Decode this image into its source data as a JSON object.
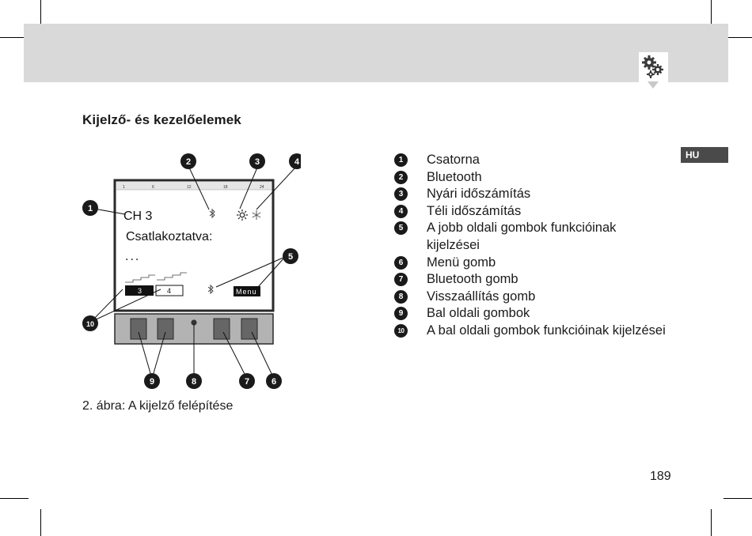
{
  "header": {
    "icon": "gears-icon"
  },
  "language_tab": "HU",
  "section_title": "Kijelző- és kezelőelemek",
  "figure": {
    "callouts": [
      "1",
      "2",
      "3",
      "4",
      "5",
      "6",
      "7",
      "8",
      "9",
      "10"
    ],
    "display": {
      "hour_ticks": [
        "1",
        "6",
        "12",
        "18",
        "24"
      ],
      "channel": "CH 3",
      "status": "Csatlakoztatva:",
      "progress": "...",
      "left_labels": [
        "3",
        "4"
      ],
      "menu_label": "Menu"
    },
    "caption": "2. ábra: A kijelző felépítése"
  },
  "legend": [
    {
      "num": "1",
      "text": "Csatorna"
    },
    {
      "num": "2",
      "text": "Bluetooth"
    },
    {
      "num": "3",
      "text": "Nyári időszámítás"
    },
    {
      "num": "4",
      "text": "Téli időszámítás"
    },
    {
      "num": "5",
      "text": "A jobb oldali gombok funkcióinak kijelzései"
    },
    {
      "num": "6",
      "text": "Menü gomb"
    },
    {
      "num": "7",
      "text": "Bluetooth gomb"
    },
    {
      "num": "8",
      "text": "Visszaállítás gomb"
    },
    {
      "num": "9",
      "text": "Bal oldali gombok"
    },
    {
      "num": "10",
      "text": "A bal oldali gombok funkcióinak kijelzései"
    }
  ],
  "page_number": "189"
}
